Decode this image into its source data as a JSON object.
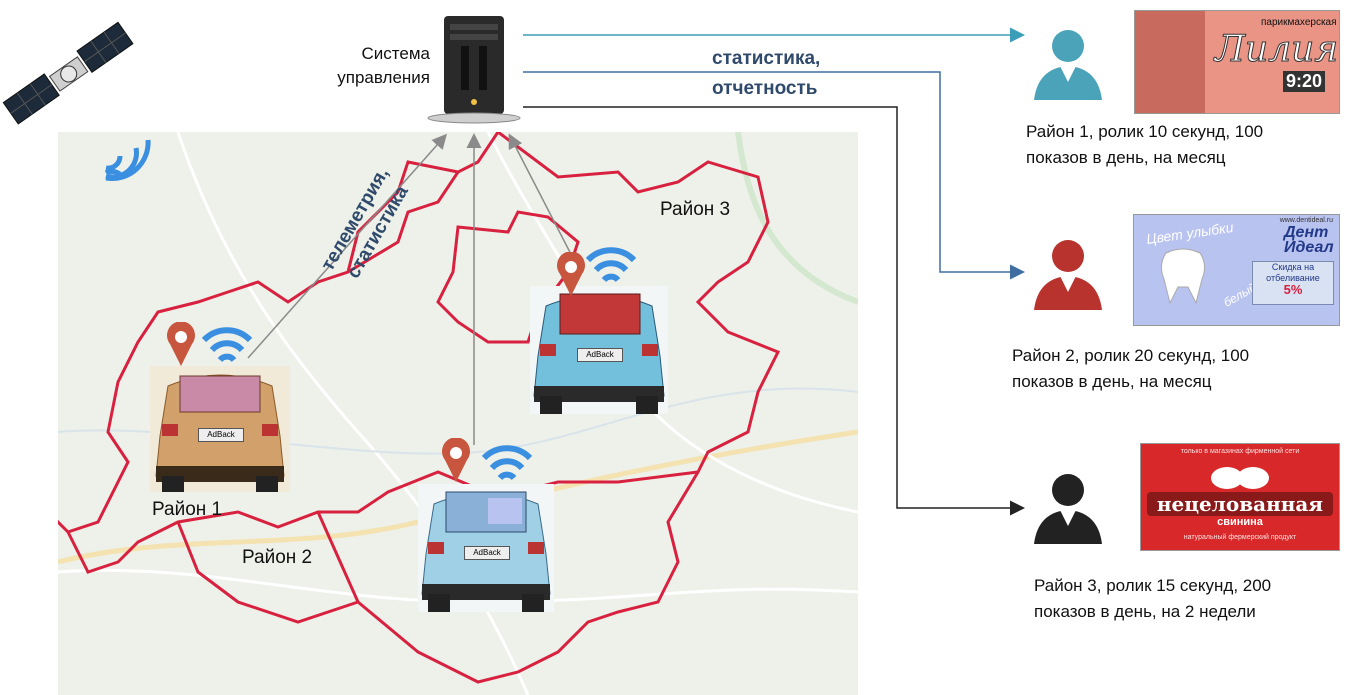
{
  "server": {
    "label_line1": "Система",
    "label_line2": "управления"
  },
  "stats_label": {
    "line1": "статистика,",
    "line2": "отчетность"
  },
  "telemetry_label": {
    "line1": "телеметрия,",
    "line2": "статистика"
  },
  "districts": [
    {
      "label": "Район 1"
    },
    {
      "label": "Район 2"
    },
    {
      "label": "Район 3"
    }
  ],
  "cars": [
    {
      "plate": "AdBack",
      "color": "#d2a06a"
    },
    {
      "plate": "AdBack",
      "color": "#9fd0e6"
    },
    {
      "plate": "AdBack",
      "color": "#72c0dc"
    }
  ],
  "customers": [
    {
      "caption_line1": "Район 1, ролик 10 секунд, 100",
      "caption_line2": "показов в день, на месяц",
      "avatar_color": "#4aa3b8"
    },
    {
      "caption_line1": "Район 2, ролик 20 секунд, 100",
      "caption_line2": "показов в день, на месяц",
      "avatar_color": "#b8332e"
    },
    {
      "caption_line1": "Район 3, ролик 15 секунд, 200",
      "caption_line2": "показов в день, на 2 недели",
      "avatar_color": "#222222"
    }
  ],
  "ads": {
    "ad1": {
      "top_text": "парикмахерская",
      "brand": "Лилия",
      "clock": "9:20"
    },
    "ad2": {
      "tagline1": "Цвет улыбки",
      "tagline2": "белый!",
      "brand1": "Дент",
      "brand2": "Идеал",
      "offer1": "Скидка на",
      "offer2": "отбеливание",
      "percent": "5%",
      "site": "www.dentideal.ru"
    },
    "ad3": {
      "brand1": "нецелованная",
      "brand2": "свинина",
      "arc_top": "только в магазинах фирменной сети",
      "arc_bottom": "натуральный фермерский продукт"
    }
  },
  "colors": {
    "boundary": "#d8213f",
    "wifi": "#3a8fe0",
    "pin": "#c8553d",
    "arrow_top": "#3c9db8",
    "arrow_mid": "#3f6ea3",
    "arrow_bot": "#222222",
    "gray_arrow": "#8a8a8a"
  }
}
